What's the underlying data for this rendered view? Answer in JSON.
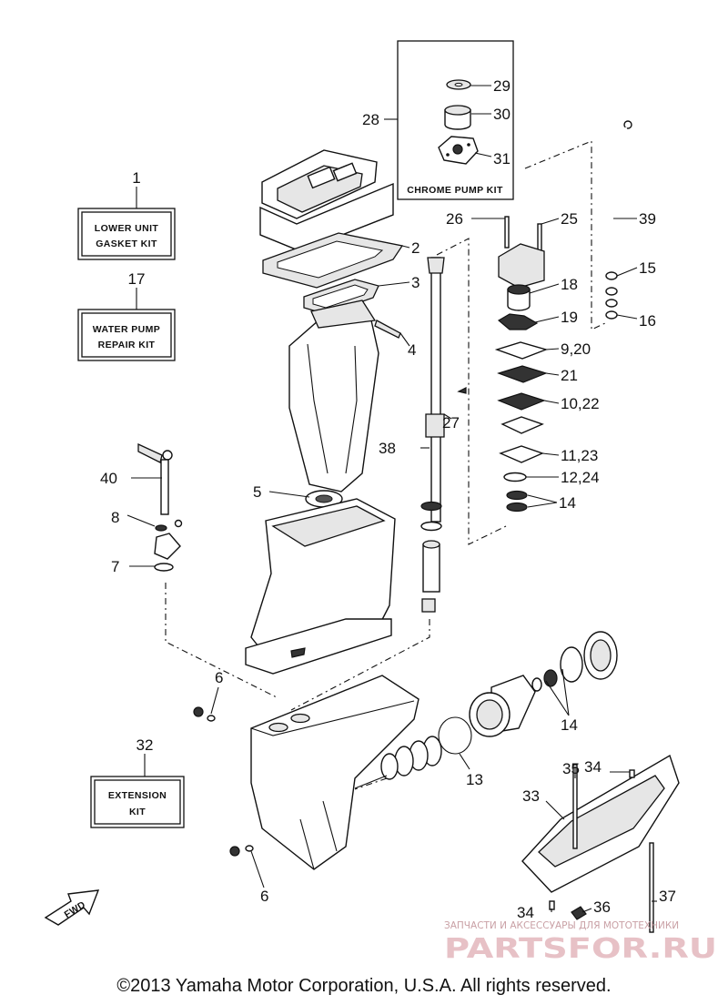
{
  "callouts": {
    "n1": "1",
    "n2": "2",
    "n3": "3",
    "n4": "4",
    "n5": "5",
    "n6a": "6",
    "n6b": "6",
    "n7": "7",
    "n8": "8",
    "n9_20": "9,20",
    "n10_22": "10,22",
    "n11_23": "11,23",
    "n12_24": "12,24",
    "n13": "13",
    "n14a": "14",
    "n14b": "14",
    "n15": "15",
    "n16": "16",
    "n17": "17",
    "n18": "18",
    "n19": "19",
    "n21": "21",
    "n25": "25",
    "n26": "26",
    "n27": "27",
    "n28": "28",
    "n29": "29",
    "n30": "30",
    "n31": "31",
    "n32": "32",
    "n33": "33",
    "n34a": "34",
    "n34b": "34",
    "n35": "35",
    "n36": "36",
    "n37": "37",
    "n38": "38",
    "n39": "39",
    "n40": "40"
  },
  "kits": {
    "lower_unit_gasket": [
      "LOWER UNIT",
      "GASKET KIT"
    ],
    "water_pump_repair": [
      "WATER PUMP",
      "REPAIR KIT"
    ],
    "extension": [
      "EXTENSION",
      "KIT"
    ],
    "chrome_pump": "CHROME PUMP KIT"
  },
  "fwd_label": "FWD",
  "watermark": {
    "caption": "ЗАПЧАСТИ И АКСЕССУАРЫ ДЛЯ МОТОТЕХНИКИ",
    "brand": "PARTSFOR.RU"
  },
  "copyright": "©2013 Yamaha Motor Corporation, U.S.A. All rights reserved."
}
